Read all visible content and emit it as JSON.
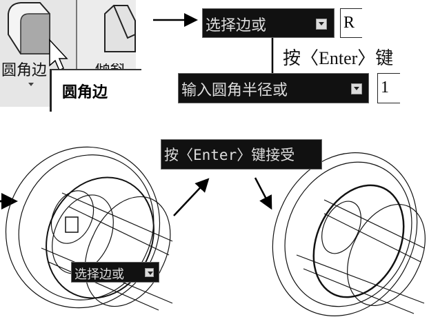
{
  "ribbon": {
    "fillet_label": "圆角边",
    "chamfer_label": "倾斜"
  },
  "tooltip": {
    "text": "圆角边"
  },
  "prompts": {
    "select_edge": "选择边或",
    "radius_value": "R",
    "press_enter": "按〈Enter〉键",
    "enter_radius": "输入圆角半径或",
    "radius_input": "1",
    "press_enter_accept": "按〈Enter〉键接受",
    "select_edge_2": "选择边或"
  }
}
